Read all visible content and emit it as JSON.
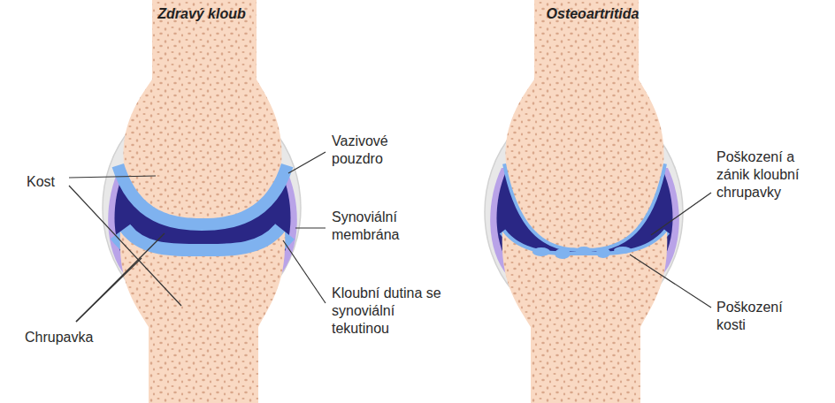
{
  "diagram": {
    "labels": [
      "Zdravý kloub",
      "Osteoartritida",
      "Kost",
      "Vazivové pouzdro",
      "Synoviální membrána",
      "Chrupavka",
      "Kloubní dutina se synoviální tekutinou",
      "Poškození a zánik kloubní chrupavky",
      "Poškození kosti"
    ]
  }
}
